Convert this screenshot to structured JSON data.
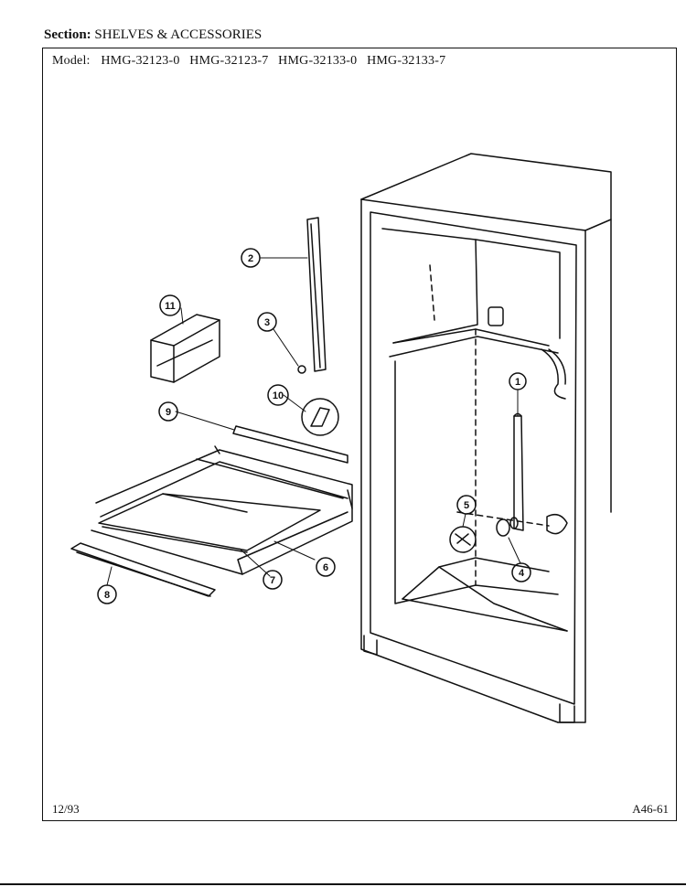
{
  "header": {
    "section_label": "Section:",
    "section_value": "SHELVES & ACCESSORIES",
    "model_label": "Model:",
    "models": [
      "HMG-32123-0",
      "HMG-32123-7",
      "HMG-32133-0",
      "HMG-32133-7"
    ]
  },
  "footer": {
    "date": "12/93",
    "code": "A46-61"
  },
  "callouts": [
    "1",
    "2",
    "3",
    "4",
    "5",
    "6",
    "7",
    "8",
    "9",
    "10",
    "11"
  ]
}
